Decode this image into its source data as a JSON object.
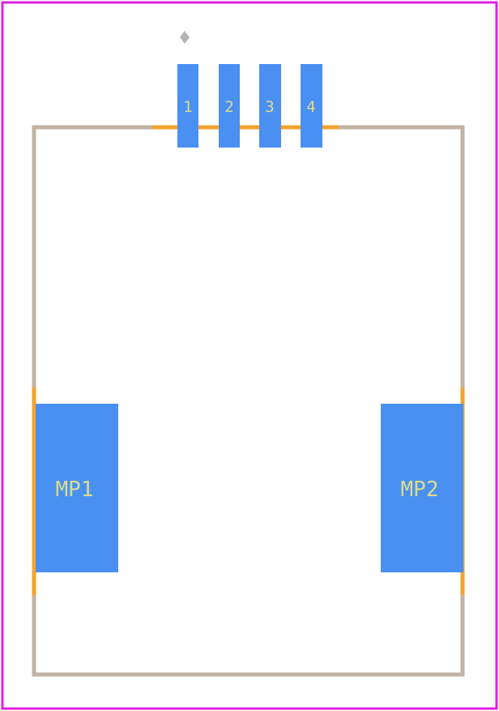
{
  "colors": {
    "background": "#ffffff",
    "courtyard": "#e020e0",
    "silkscreen": "#f5a32e",
    "fab_outline": "#c2b4a4",
    "pad": "#4a90f2",
    "pad_label": "#dcdc8c",
    "pin1_marker": "#b4b4b4"
  },
  "signal_pads": [
    {
      "label": "1"
    },
    {
      "label": "2"
    },
    {
      "label": "3"
    },
    {
      "label": "4"
    }
  ],
  "mounting_pads": [
    {
      "label": "MP1"
    },
    {
      "label": "MP2"
    }
  ]
}
